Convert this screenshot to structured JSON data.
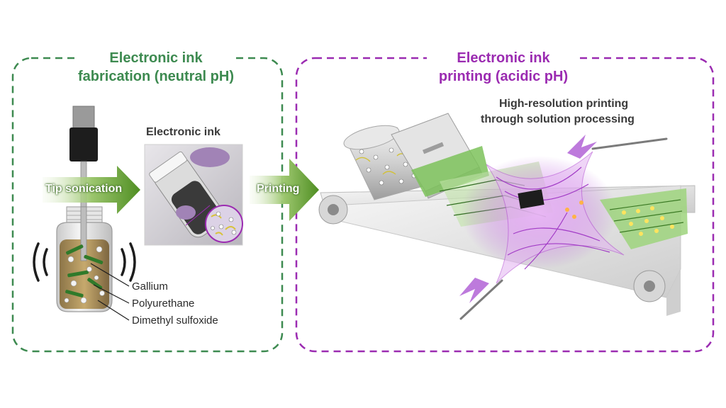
{
  "left_panel": {
    "title_line1": "Electronic ink",
    "title_line2": "fabrication (neutral pH)",
    "ink_label": "Electronic ink",
    "arrow_label": "Tip sonication",
    "components": [
      "Gallium",
      "Polyurethane",
      "Dimethyl sulfoxide"
    ]
  },
  "right_panel": {
    "title_line1": "Electronic ink",
    "title_line2": "printing (acidic pH)",
    "caption_line1": "High-resolution printing",
    "caption_line2": "through solution processing"
  },
  "printing_arrow_label": "Printing",
  "colors": {
    "green": "#3d8a50",
    "purple": "#9b2bb1",
    "arrow_green": "#5c9a2f"
  }
}
